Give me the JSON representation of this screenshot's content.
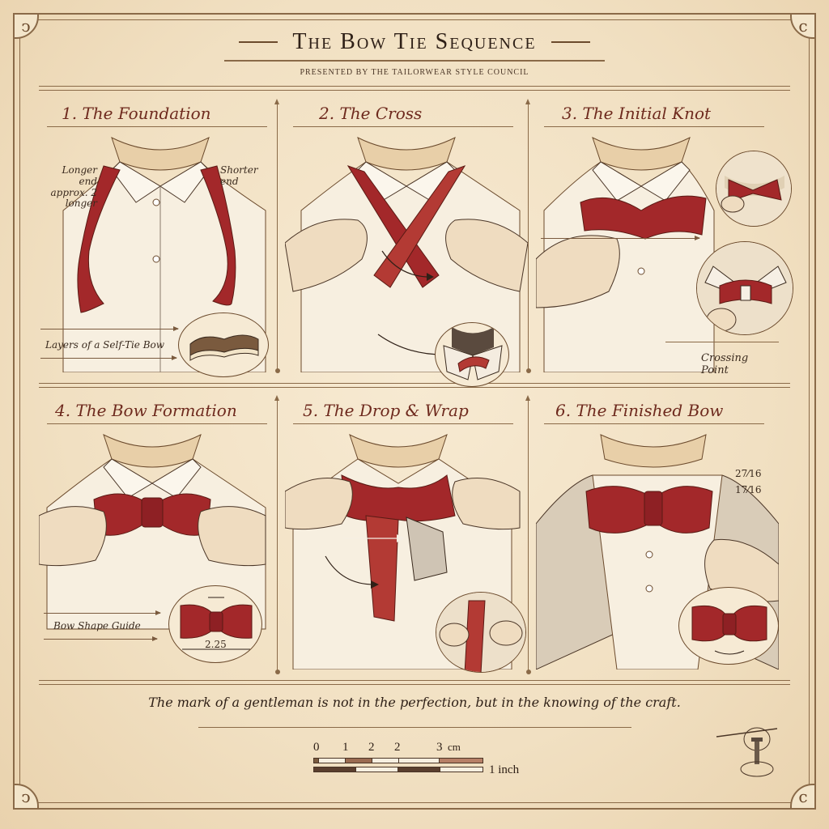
{
  "header": {
    "title": "The Bow Tie Sequence",
    "subtitle": "PRESENTED BY THE TAILORWEAR STYLE COUNCIL"
  },
  "colors": {
    "paper": "#f1e0c2",
    "ink": "#2f2017",
    "rule": "#8a6a48",
    "tie_red": "#a3282a",
    "heading": "#6e2a1e"
  },
  "panels": [
    {
      "title": "1. The Foundation",
      "labels": {
        "left": "Longer end approx. 2 longer",
        "right": "Shorter end",
        "inset": "Layers of a Self-Tie Bow"
      },
      "icons": [
        "shirt-collar-illustration",
        "untied-bow-tie-icon",
        "fabric-layers-inset"
      ]
    },
    {
      "title": "2. The Cross",
      "labels": {},
      "icons": [
        "hands-crossing-tie-illustration",
        "crossing-arrow-icon",
        "collar-detail-inset"
      ]
    },
    {
      "title": "3. The Initial Knot",
      "labels": {
        "caption": "Crossing Point"
      },
      "icons": [
        "initial-knot-illustration",
        "knot-detail-inset-1",
        "knot-detail-inset-2"
      ]
    },
    {
      "title": "4. The Bow Formation",
      "labels": {
        "inset": "Bow Shape Guide",
        "measure": "2.25"
      },
      "icons": [
        "bow-forming-illustration",
        "bow-shape-inset"
      ]
    },
    {
      "title": "5. The Drop & Wrap",
      "labels": {},
      "icons": [
        "drop-wrap-illustration",
        "wrap-arrow-icon",
        "wrap-detail-inset"
      ]
    },
    {
      "title": "6. The Finished Bow",
      "labels": {
        "measure_top": "27⁄16",
        "measure_bottom": "17⁄16"
      },
      "icons": [
        "finished-bow-illustration",
        "adjust-bow-inset"
      ]
    }
  ],
  "quote": "The mark of a gentleman is not in the perfection, but in the knowing of the craft.",
  "scale": {
    "cm_ticks": [
      "0",
      "1",
      "2",
      "2",
      "3"
    ],
    "cm_unit": "cm",
    "inch_label": "1 inch"
  },
  "emblem": "needle-spool-icon"
}
